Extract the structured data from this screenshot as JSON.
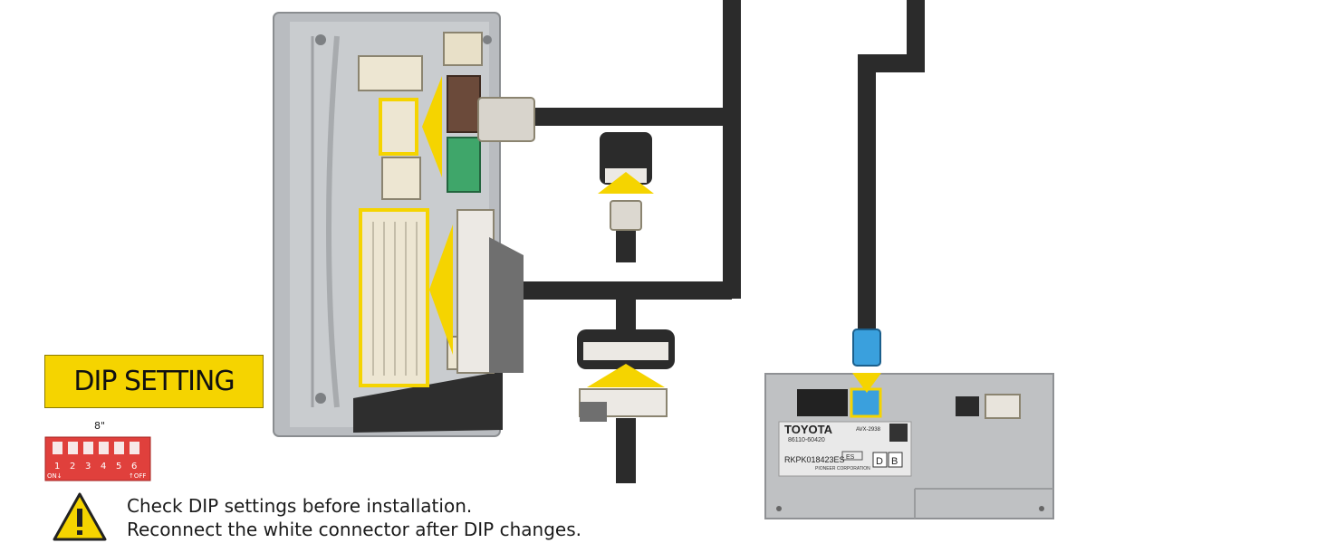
{
  "dip": {
    "title": "DIP SETTING",
    "size_label": "8\"",
    "switch_numbers": [
      "1",
      "2",
      "3",
      "4",
      "5",
      "6"
    ],
    "on_label": "ON↓",
    "off_label": "↑OFF"
  },
  "notes": {
    "line1": "Check DIP settings before installation.",
    "line2": "Reconnect the white connector after DIP changes."
  },
  "oem_unit": {
    "brand": "TOYOTA",
    "model": "AVX-2938",
    "part_no": "86110-60420",
    "serial": "RKPK018423ES",
    "code_box": "ES",
    "letter_d": "D",
    "letter_b": "B",
    "maker": "PIONEER CORPORATION"
  },
  "colors": {
    "highlight_yellow": "#f5d400",
    "harness_black": "#2b2b2b",
    "blue_connector": "#3aa0dd",
    "green_connector": "#3fa66a",
    "brown_connector": "#6b4a3a"
  },
  "icons": [
    "warning-icon",
    "dip-switch-icon"
  ]
}
